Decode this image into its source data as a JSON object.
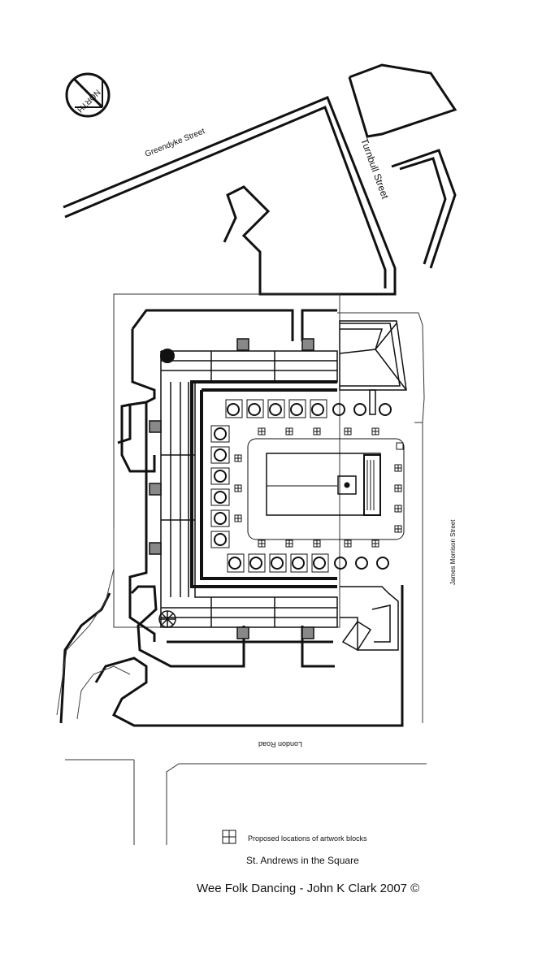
{
  "compass": {
    "label": "NORTH"
  },
  "streets": {
    "greendyke": "Greendyke Street",
    "turnbull": "Turnbull Street",
    "james_morrison": "James Morrison Street",
    "london_road": "London Road"
  },
  "legend": {
    "text": "Proposed locations of artwork blocks"
  },
  "titles": {
    "site": "St. Andrews in the Square",
    "credit": "Wee Folk Dancing - John K Clark 2007 ©"
  }
}
